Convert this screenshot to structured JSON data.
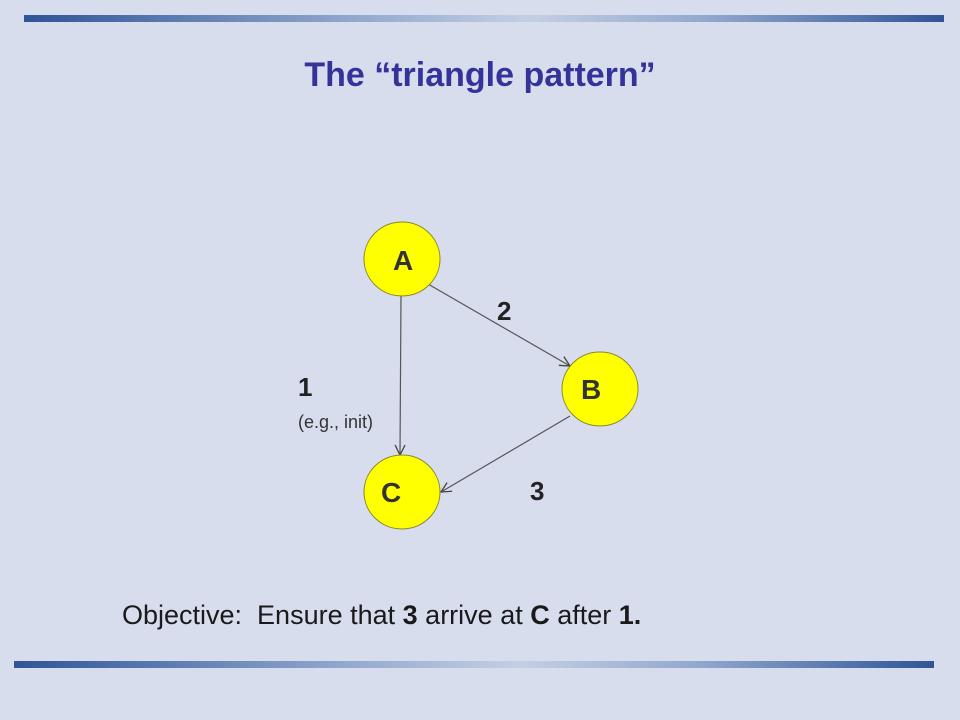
{
  "title": "The “triangle pattern”",
  "nodes": {
    "a": "A",
    "b": "B",
    "c": "C"
  },
  "edges": {
    "a_to_b": {
      "label": "2"
    },
    "a_to_c": {
      "label": "1",
      "note": "(e.g., init)"
    },
    "b_to_c": {
      "label": "3"
    }
  },
  "objective": {
    "prefix": "Objective:  Ensure that ",
    "msg_late": "3",
    "mid1": " arrive at ",
    "node": "C",
    "mid2": " after ",
    "msg_early": "1",
    "end": "."
  },
  "colors": {
    "title": "#333399",
    "node_fill": "#ffff00",
    "rule": "#2f5597"
  }
}
